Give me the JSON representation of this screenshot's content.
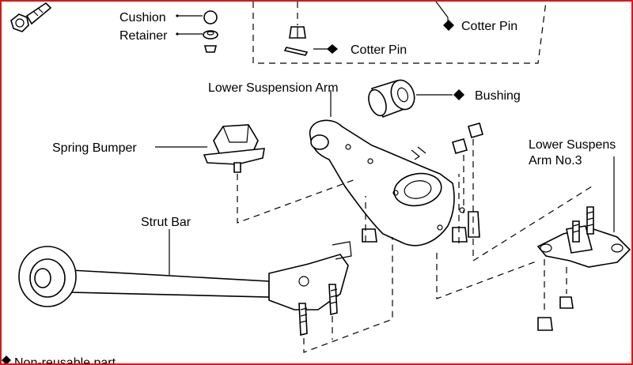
{
  "labels": {
    "cushion": "Cushion",
    "retainer": "Retainer",
    "cotter_pin_1": "Cotter Pin",
    "cotter_pin_2": "Cotter Pin",
    "lower_suspension_arm": "Lower Suspension Arm",
    "bushing": "Bushing",
    "spring_bumper": "Spring Bumper",
    "lower_suspension_arm_no3_line1": "Lower Suspens",
    "lower_suspension_arm_no3_line2": "Arm No.3",
    "strut_bar": "Strut Bar",
    "footnote": "Non-reusable part"
  },
  "colors": {
    "frame": "#d21a1a",
    "ink": "#000000",
    "paper": "#ffffff"
  },
  "icons": {
    "non_reusable_marker": "diamond-icon"
  }
}
